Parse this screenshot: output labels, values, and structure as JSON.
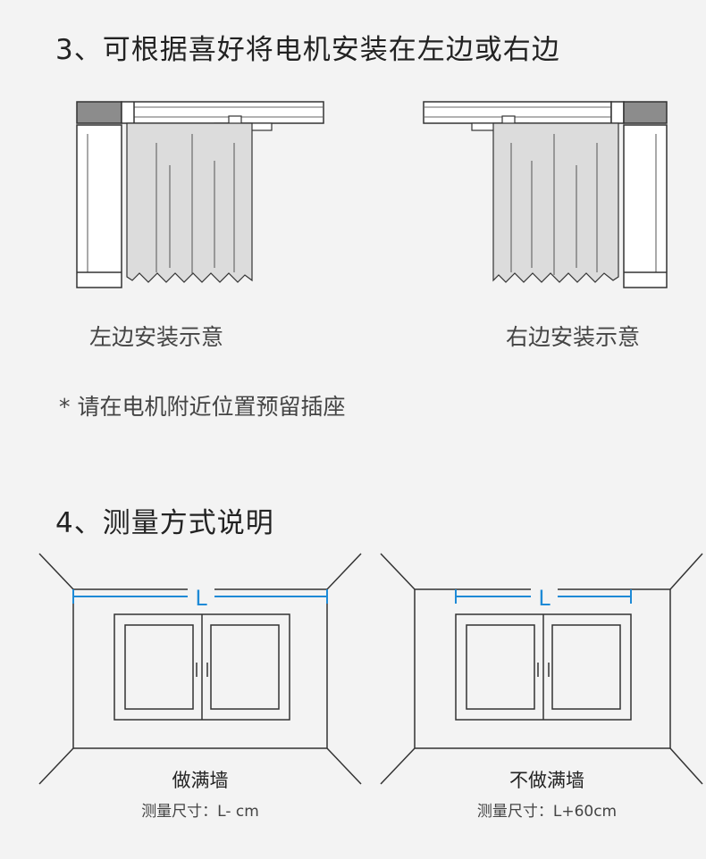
{
  "section3": {
    "title": "3、可根据喜好将电机安装在左边或右边",
    "left_caption": "左边安装示意",
    "right_caption": "右边安装示意",
    "note": "* 请在电机附近位置预留插座"
  },
  "section4": {
    "title": "4、测量方式说明",
    "dimension_label": "L",
    "full_wall": {
      "label": "做满墙",
      "size_text": "测量尺寸：L-  cm"
    },
    "not_full_wall": {
      "label": "不做满墙",
      "size_text": "测量尺寸：L+60cm"
    }
  },
  "colors": {
    "background": "#f3f3f3",
    "line": "#333333",
    "dimension": "#1e8ad6",
    "motor": "#8c8c8c"
  }
}
